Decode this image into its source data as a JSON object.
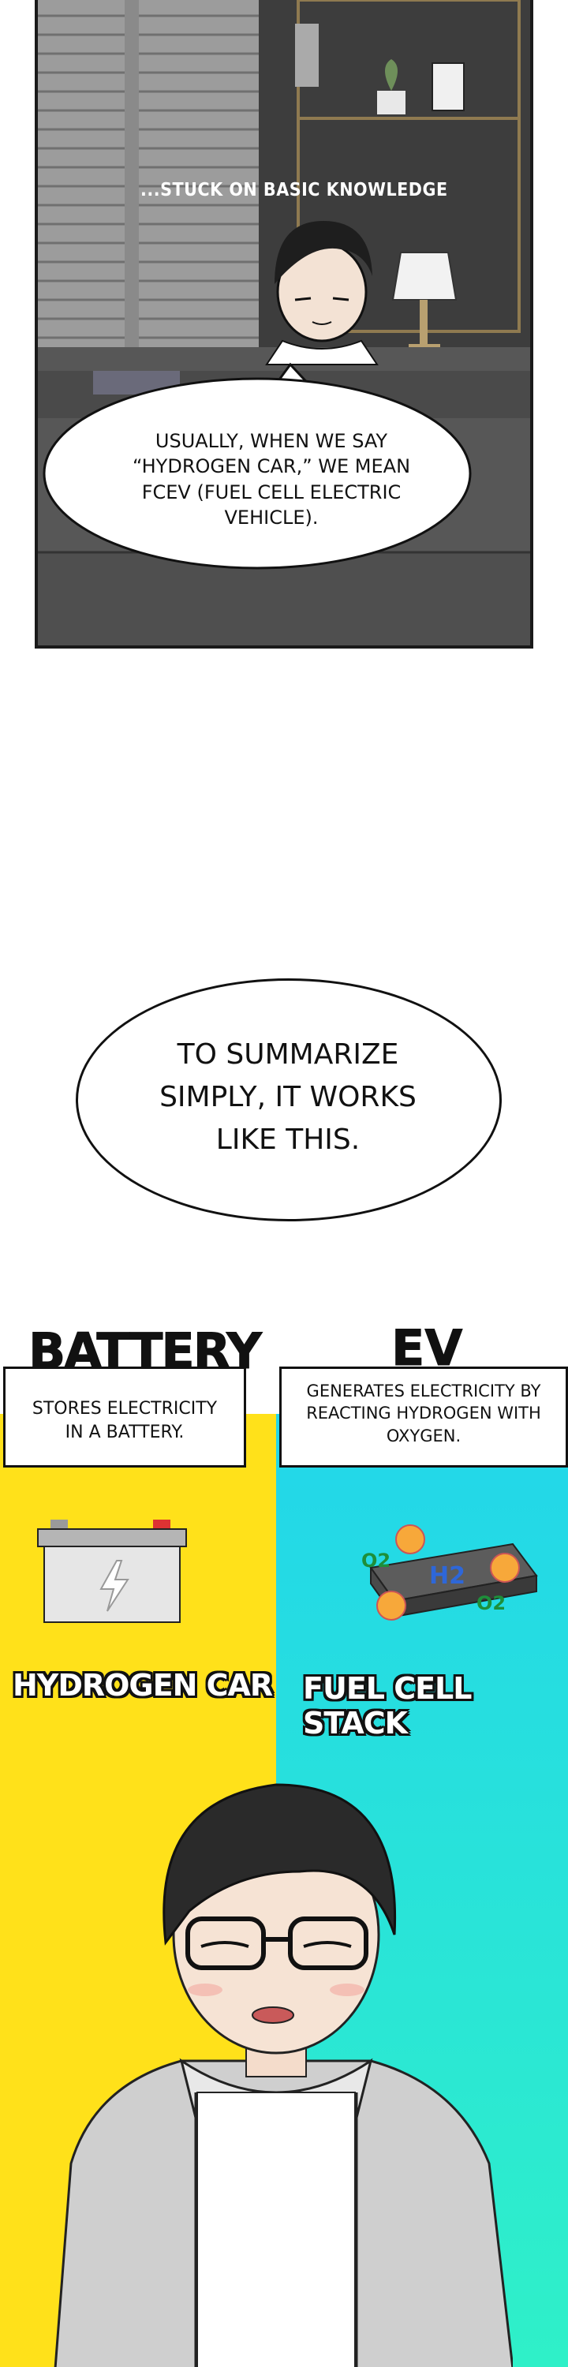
{
  "panel1": {
    "caption": "...STUCK ON BASIC KNOWLEDGE",
    "speech": "USUALLY, WHEN WE SAY “HYDROGEN CAR,” WE MEAN FCEV (FUEL CELL ELECTRIC VEHICLE)."
  },
  "panel2": {
    "speech": "TO SUMMARIZE SIMPLY, IT WORKS LIKE THIS."
  },
  "panel3": {
    "left": {
      "title": "BATTERY",
      "box_text": "STORES ELECTRICITY IN A BATTERY.",
      "label": "HYDROGEN CAR",
      "color": "#ffe11a"
    },
    "right": {
      "title": "EV",
      "box_text": "GENERATES ELECTRICITY BY REACTING HYDROGEN WITH OXYGEN.",
      "label": "FUEL CELL STACK",
      "color": "#22d6ea"
    },
    "stack_symbols": [
      "O2",
      "H2",
      "O2"
    ]
  }
}
